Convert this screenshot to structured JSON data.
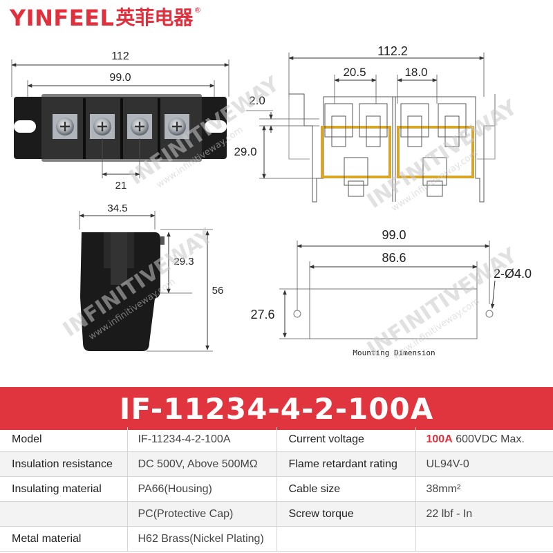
{
  "brand": {
    "latin": "YINFEEL",
    "chinese": "英菲电器",
    "reg": "®"
  },
  "drawing": {
    "front_view": {
      "overall_width": "112",
      "hole_span": "99.0",
      "pitch": "21"
    },
    "section_view": {
      "overall_width": "112.2",
      "pitch_a": "20.5",
      "pitch_b": "18.0",
      "offset": "2.0",
      "height": "29.0"
    },
    "side_view": {
      "width": "34.5",
      "inner_height": "29.3",
      "overall_height": "56"
    },
    "mounting_view": {
      "outer_span": "99.0",
      "inner_span": "86.6",
      "height": "27.6",
      "holes": "2-Ø4.0",
      "caption": "Mounting Dimension"
    }
  },
  "watermark": {
    "big": "INFINITIVEWAY",
    "small": "www.infinitiveway.com"
  },
  "product": {
    "title": "IF-11234-4-2-100A"
  },
  "specs": {
    "rows": [
      {
        "label1": "Model",
        "value1": "IF-11234-4-2-100A",
        "label2": "Current voltage",
        "value2_highlight": "100A",
        "value2_rest": " 600VDC Max."
      },
      {
        "label1": "Insulation resistance",
        "value1": "DC 500V, Above 500MΩ",
        "label2": "Flame retardant rating",
        "value2_highlight": "",
        "value2_rest": "UL94V-0"
      },
      {
        "label1": "Insulating material",
        "value1": "PA66(Housing)",
        "label2": "Cable size",
        "value2_highlight": "",
        "value2_rest": "38mm²"
      },
      {
        "label1": "",
        "value1": "PC(Protective Cap)",
        "label2": "Screw torque",
        "value2_highlight": "",
        "value2_rest": "22 lbf - In"
      },
      {
        "label1": "Metal material",
        "value1": "H62 Brass(Nickel Plating)",
        "label2": "",
        "value2_highlight": "",
        "value2_rest": ""
      }
    ]
  }
}
